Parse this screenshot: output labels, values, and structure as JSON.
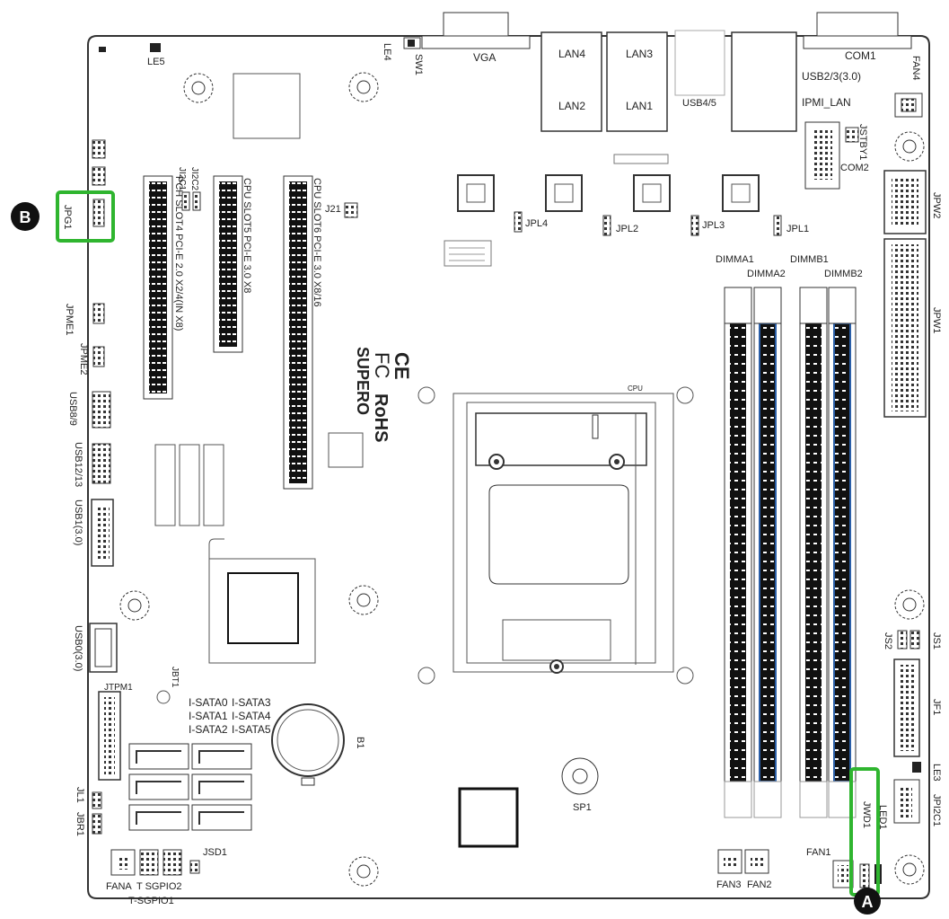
{
  "callouts": {
    "a": "A",
    "b": "B"
  },
  "top_labels": {
    "le5": "LE5",
    "le4": "LE4",
    "sw1": "SW1",
    "vga": "VGA",
    "lan4": "LAN4",
    "lan3": "LAN3",
    "lan2": "LAN2",
    "lan1": "LAN1",
    "usb45": "USB4/5",
    "com1": "COM1",
    "usb23": "USB2/3(3.0)",
    "ipmi_lan": "IPMI_LAN",
    "fan4": "FAN4",
    "jstby1": "JSTBY1",
    "com2": "COM2"
  },
  "right_labels": {
    "jpw2": "JPW2",
    "jpw1": "JPW1",
    "js1": "JS1",
    "js2": "JS2",
    "jf1": "JF1",
    "le3": "LE3",
    "jpi2c1": "JPI2C1",
    "led1": "LED1",
    "jwd1": "JWD1",
    "fan1": "FAN1"
  },
  "left_labels": {
    "jpg1": "JPG1",
    "ji2c1": "JI2C1",
    "ji2c2": "JI2C2",
    "jpme1": "JPME1",
    "jpme2": "JPME2",
    "usb89": "USB8/9",
    "usb1213": "USB12/13",
    "usb1": "USB1(3.0)",
    "usb0": "USB0(3.0)",
    "jtpm1": "JTPM1",
    "jl1": "JL1",
    "jbr1": "JBR1",
    "jbt1": "JBT1"
  },
  "slots": {
    "pch4": "PCH SLOT4 PCI-E 2.0 X2/4(IN X8)",
    "cpu5": "CPU SLOT5 PCI-E 3.0 X8",
    "cpu6": "CPU SLOT6 PCI-E 3.0 X8/16"
  },
  "middle_labels": {
    "j21": "J21",
    "jpl4": "JPL4",
    "jpl2": "JPL2",
    "jpl3": "JPL3",
    "jpl1": "JPL1",
    "cpu": "CPU",
    "rohs": "RoHS",
    "supermicro": "SUPERO",
    "ce": "CE",
    "fc": "FC",
    "dimma1": "DIMMA1",
    "dimma2": "DIMMA2",
    "dimmb1": "DIMMB1",
    "dimmb2": "DIMMB2"
  },
  "bottom_labels": {
    "isata0": "I-SATA0",
    "isata1": "I-SATA1",
    "isata2": "I-SATA2",
    "isata3": "I-SATA3",
    "isata4": "I-SATA4",
    "isata5": "I-SATA5",
    "b1": "B1",
    "sp1": "SP1",
    "fana": "FANA",
    "tsgpio2": "T SGPIO2",
    "tsgpio1": "T-SGPIO1",
    "jsd1": "JSD1",
    "fan3": "FAN3",
    "fan2": "FAN2"
  },
  "colors": {
    "highlight": "#2fb52f",
    "board_line": "#333333",
    "dimm_accent": "#2a5fa8"
  }
}
